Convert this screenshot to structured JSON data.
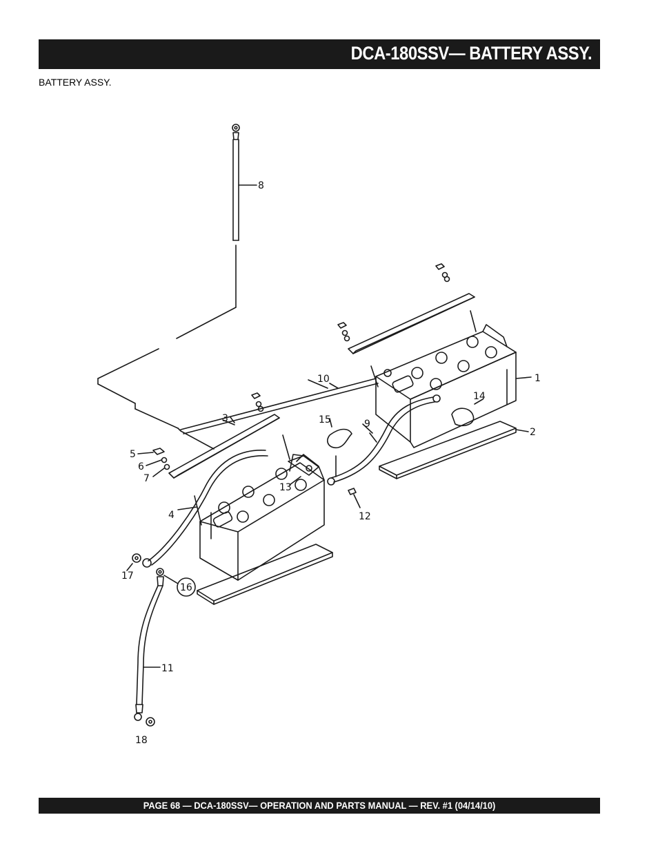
{
  "header": {
    "title": "DCA-180SSV— BATTERY ASSY."
  },
  "subtitle": "BATTERY ASSY.",
  "callouts": {
    "c1": "1",
    "c2": "2",
    "c3": "3",
    "c4": "4",
    "c5": "5",
    "c6": "6",
    "c7": "7",
    "c8": "8",
    "c9": "9",
    "c10": "10",
    "c11": "11",
    "c12": "12",
    "c13": "13",
    "c14": "14",
    "c15": "15",
    "c16": "16",
    "c17": "17",
    "c18": "18"
  },
  "footer": {
    "text": "PAGE 68 — DCA-180SSV—  OPERATION AND PARTS  MANUAL — REV. #1  (04/14/10)"
  }
}
